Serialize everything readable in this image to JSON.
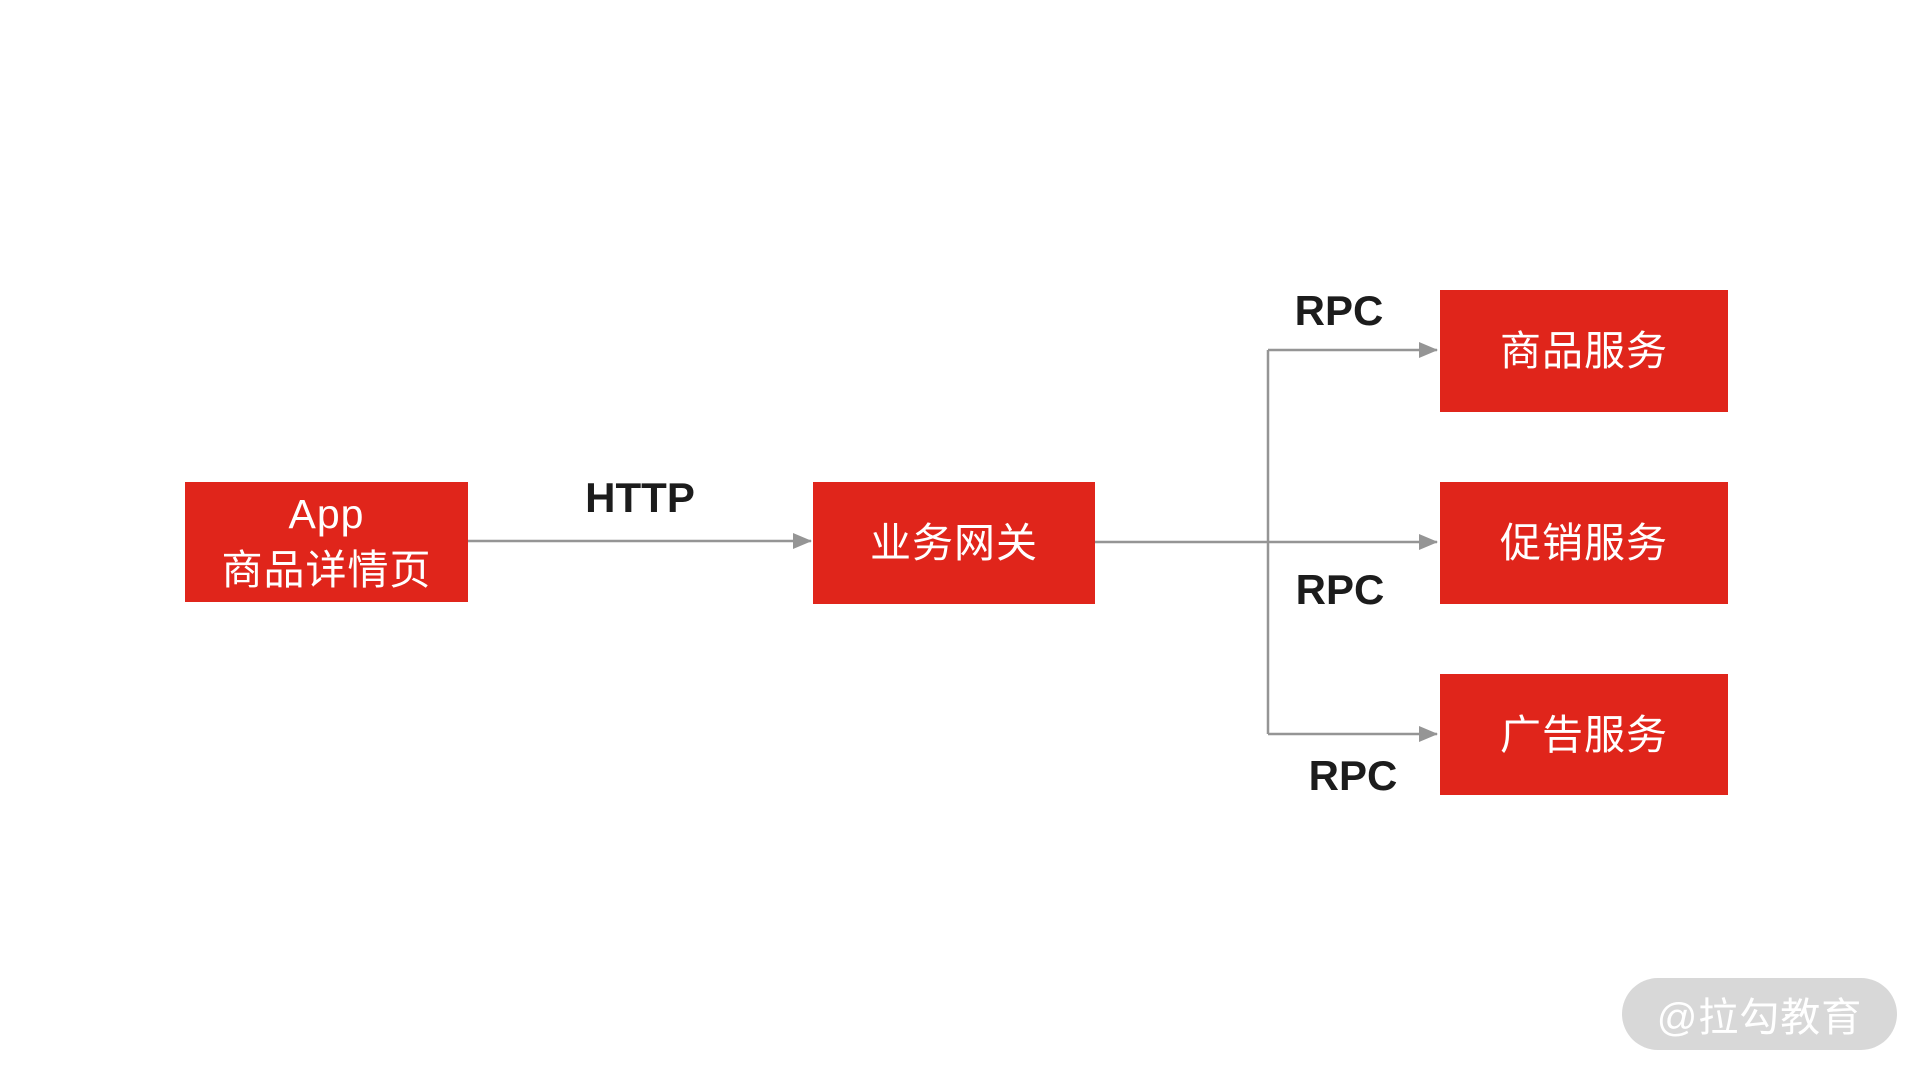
{
  "diagram": {
    "nodes": {
      "app": {
        "lines": [
          "App",
          "商品详情页"
        ]
      },
      "gateway": {
        "label": "业务网关"
      },
      "product": {
        "label": "商品服务"
      },
      "promotion": {
        "label": "促销服务"
      },
      "ad": {
        "label": "广告服务"
      }
    },
    "edges": {
      "http_label": "HTTP",
      "rpc_top_label": "RPC",
      "rpc_middle_label": "RPC",
      "rpc_bottom_label": "RPC"
    },
    "colors": {
      "node_background": "#e0251b",
      "node_text": "#ffffff",
      "edge_line": "#959595",
      "edge_label_text": "#1c1c1c",
      "watermark_background": "#d8d8d8",
      "watermark_text": "#ffffff"
    }
  },
  "watermark": {
    "text": "@拉勾教育"
  }
}
